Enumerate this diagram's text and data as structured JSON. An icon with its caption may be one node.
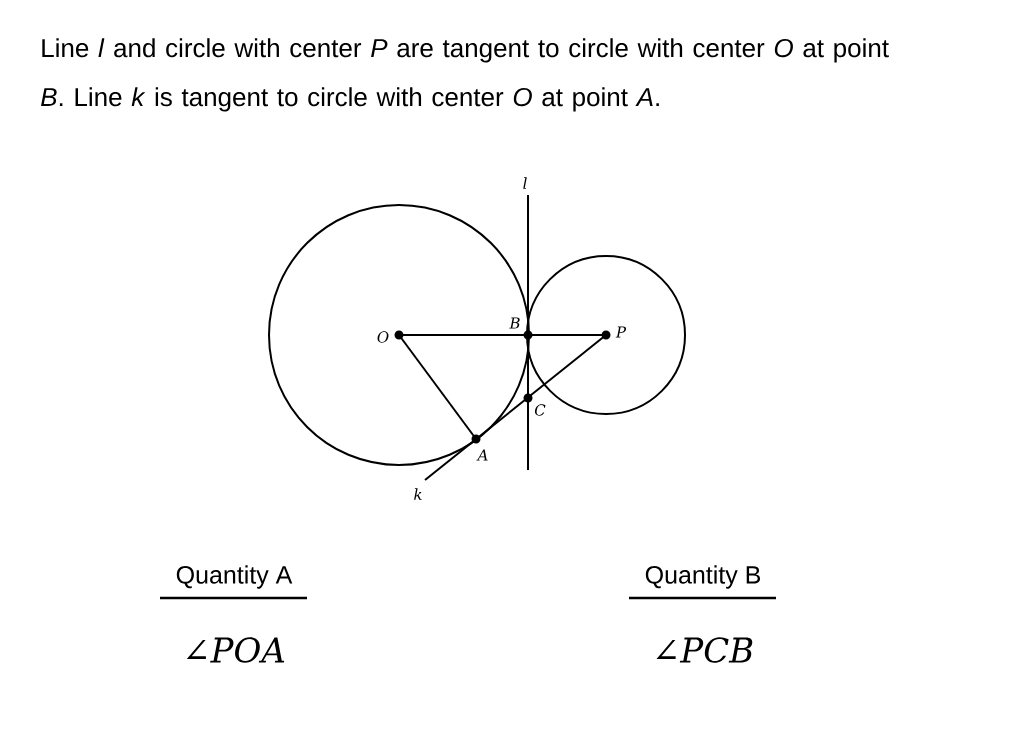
{
  "diagram": {
    "title": "Line *l* and circle with center *P* are tangent to circle with center *O* at point *B*. Line *k* is tangent to circle with center *O* at point *A*.",
    "labels": [
      "l",
      "B",
      "O",
      "P",
      "C",
      "A",
      "k",
      "Quantity A",
      "Quantity B",
      "∠POA",
      "∠PCB"
    ]
  }
}
